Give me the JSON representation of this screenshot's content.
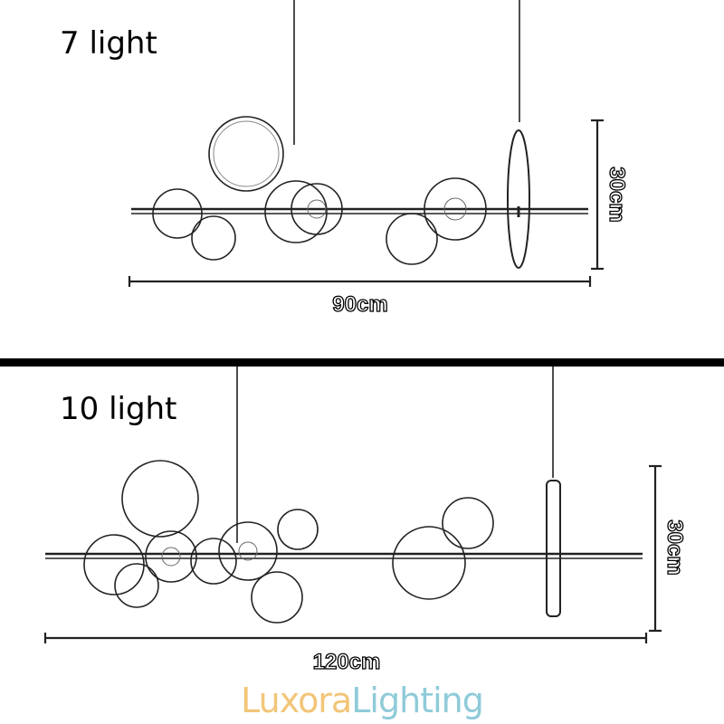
{
  "panels": [
    {
      "label": "7 light",
      "width_dimension": "90cm",
      "height_dimension": "30cm",
      "globe_count": 7
    },
    {
      "label": "10 light",
      "width_dimension": "120cm",
      "height_dimension": "30cm",
      "globe_count": 10
    }
  ],
  "brand": {
    "part1": "Luxora",
    "part2": "Lighting",
    "color1": "#f2c578",
    "color2": "#8fcbd9"
  }
}
